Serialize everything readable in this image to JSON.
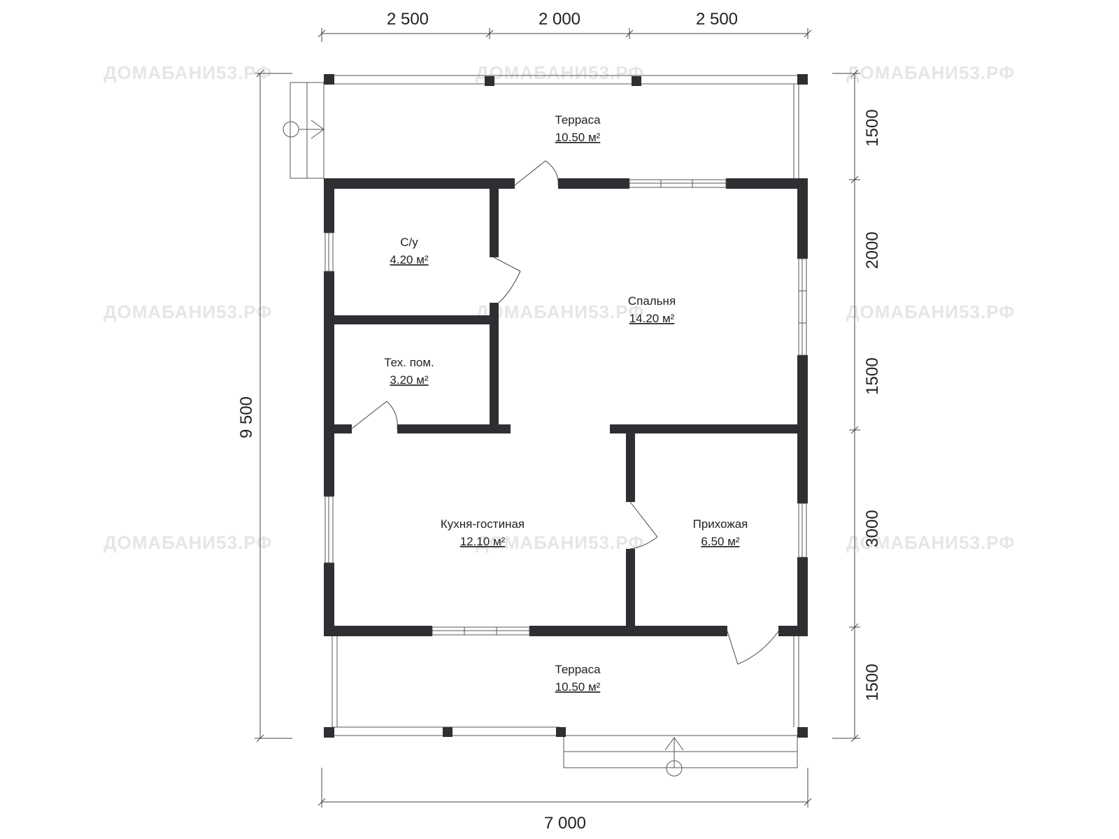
{
  "dimensions": {
    "top": [
      "2 500",
      "2 000",
      "2 500"
    ],
    "right": [
      "1500",
      "2000",
      "1500",
      "3000",
      "1500"
    ],
    "left": "9 500",
    "bottom": "7 000"
  },
  "rooms": {
    "terrace_top": {
      "name": "Терраса",
      "area": "10.50 м²"
    },
    "bathroom": {
      "name": "С/у",
      "area": "4.20 м²"
    },
    "bedroom": {
      "name": "Спальня",
      "area": "14.20 м²"
    },
    "tech": {
      "name": "Тех. пом.",
      "area": "3.20 м²"
    },
    "kitchen": {
      "name": "Кухня-гостиная",
      "area": "12.10 м²"
    },
    "hallway": {
      "name": "Прихожая",
      "area": "6.50 м²"
    },
    "terrace_bottom": {
      "name": "Терраса",
      "area": "10.50 м²"
    }
  },
  "watermark": "ДОМАБАНИ53.РФ",
  "colors": {
    "wall": "#2f2f33",
    "watermark": "#e6e6e6"
  }
}
